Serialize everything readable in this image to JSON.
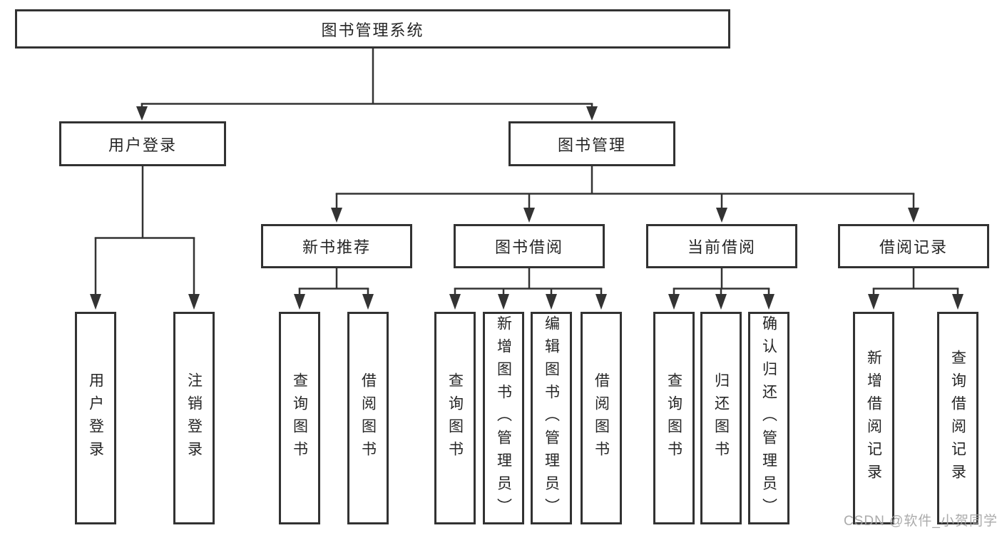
{
  "palette": {
    "line": "#333333",
    "border": "#323232",
    "text": "#262626",
    "background": "#ffffff",
    "watermark": "#a4a4a4"
  },
  "watermark": "CSDN @软件_小贺同学",
  "diagram": {
    "root": "图书管理系统",
    "branches": [
      {
        "label": "用户登录",
        "children": [
          "用户登录",
          "注销登录"
        ]
      },
      {
        "label": "图书管理",
        "groups": [
          {
            "label": "新书推荐",
            "children": [
              "查询图书",
              "借阅图书"
            ]
          },
          {
            "label": "图书借阅",
            "children": [
              "查询图书",
              "新增图书（管理员）",
              "编辑图书（管理员）",
              "借阅图书"
            ]
          },
          {
            "label": "当前借阅",
            "children": [
              "查询图书",
              "归还图书",
              "确认归还（管理员）"
            ]
          },
          {
            "label": "借阅记录",
            "children": [
              "新增借阅记录",
              "查询借阅记录"
            ]
          }
        ]
      }
    ]
  }
}
